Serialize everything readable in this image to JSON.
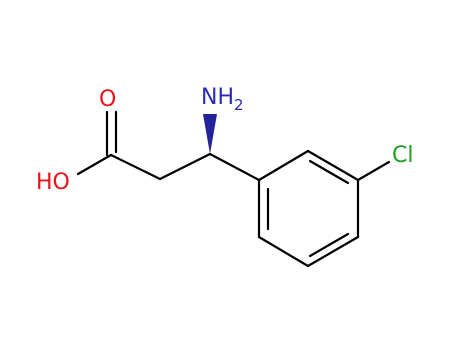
{
  "molecule": {
    "atoms": {
      "amine": {
        "label": "NH",
        "subscript": "2",
        "color": "#2b2bb5"
      },
      "carbonyl_oxygen": {
        "label": "O",
        "color": "#e8141a"
      },
      "hydroxyl": {
        "label": "HO",
        "color": "#e8141a"
      },
      "chlorine": {
        "label": "Cl",
        "color": "#1f9e1f"
      }
    },
    "bond_color": "#000000",
    "wedge_color": "#23239a"
  }
}
